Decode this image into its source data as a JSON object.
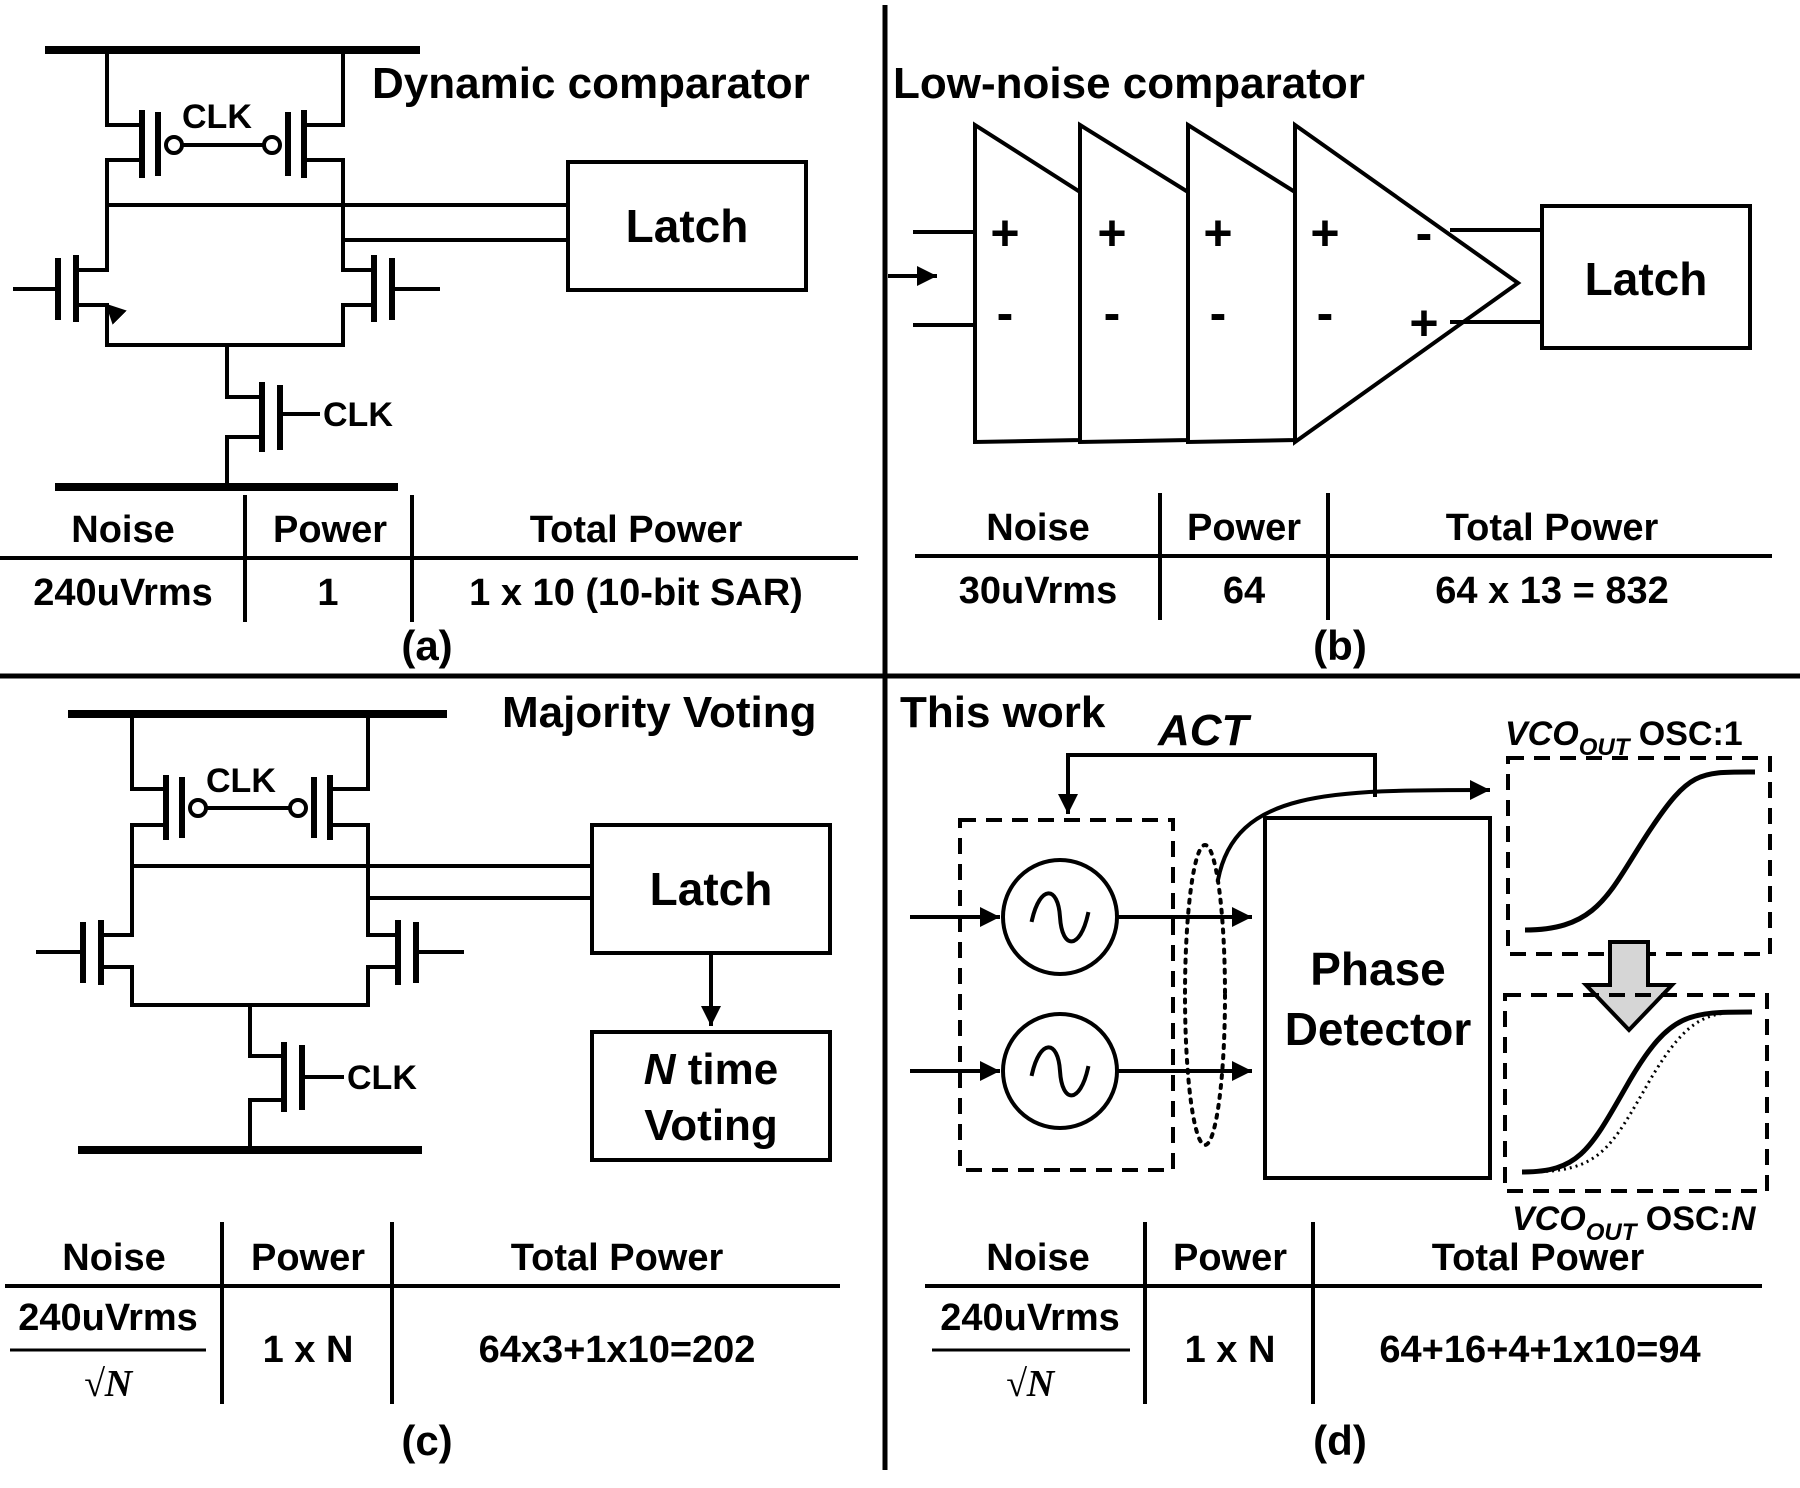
{
  "panels": {
    "a": {
      "title": "Dynamic comparator",
      "clk_labels": [
        "CLK",
        "CLK"
      ],
      "latch": "Latch",
      "table": {
        "headers": [
          "Noise",
          "Power",
          "Total Power"
        ],
        "values": [
          "240uVrms",
          "1",
          "1 x 10 (10-bit SAR)"
        ]
      },
      "caption": "(a)"
    },
    "b": {
      "title": "Low-noise comparator",
      "latch": "Latch",
      "plus": "+",
      "minus": "-",
      "table": {
        "headers": [
          "Noise",
          "Power",
          "Total Power"
        ],
        "values": [
          "30uVrms",
          "64",
          "64 x 13 = 832"
        ]
      },
      "caption": "(b)"
    },
    "c": {
      "title": "Majority Voting",
      "clk_labels": [
        "CLK",
        "CLK"
      ],
      "latch": "Latch",
      "voting_n": "N",
      "voting_line1": " time",
      "voting_line2": "Voting",
      "table": {
        "headers": [
          "Noise",
          "Power",
          "Total Power"
        ],
        "noise_num": "240uVrms",
        "noise_den": "√N",
        "values": [
          "1 x N",
          "64x3+1x10=202"
        ]
      },
      "caption": "(c)"
    },
    "d": {
      "title": "This work",
      "title_color": "#ff0000",
      "act": "ACT",
      "phase_detector": [
        "Phase",
        "Detector"
      ],
      "vco_top": {
        "base": "VCO",
        "sub": "OUT",
        "suffix": " OSC:1"
      },
      "vco_bottom": {
        "base": "VCO",
        "sub": "OUT",
        "suffix": " OSC:",
        "n": "N"
      },
      "table": {
        "headers": [
          "Noise",
          "Power",
          "Total Power"
        ],
        "noise_num": "240uVrms",
        "noise_den": "√N",
        "values": [
          "1 x N",
          "64+16+4+1x10=94"
        ]
      },
      "caption": "(d)"
    }
  }
}
